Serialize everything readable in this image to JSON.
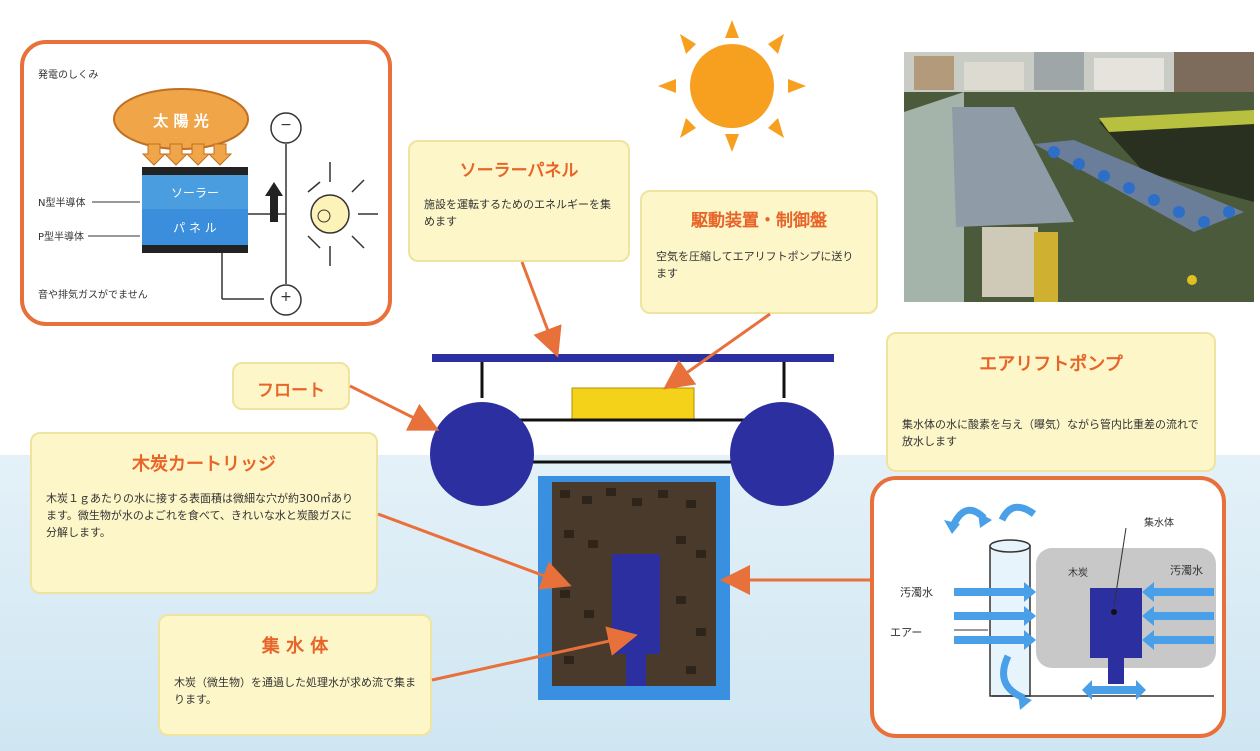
{
  "generation_panel": {
    "title": "発電のしくみ",
    "sunlight": "太 陽 光",
    "n_type": "N型半導体",
    "p_type": "P型半導体",
    "panel_top": "ソーラー",
    "panel_bottom": "パ ネ ル",
    "minus": "−",
    "plus": "+",
    "note": "音や排気ガスがでません"
  },
  "solar_panel": {
    "title": "ソーラーパネル",
    "desc": "施設を運転するためのエネルギーを集めます"
  },
  "drive_unit": {
    "title": "駆動装置・制御盤",
    "desc": "空気を圧縮してエアリフトポンプに送ります"
  },
  "float": {
    "title": "フロート"
  },
  "airlift": {
    "title": "エアリフトポンプ",
    "desc": "集水体の水に酸素を与え（曝気）ながら管内比重差の流れで放水します"
  },
  "charcoal": {
    "title": "木炭カートリッジ",
    "desc": "木炭１ｇあたりの水に接する表面積は微細な穴が約300㎡あります。微生物が水のよごれを食べて、きれいな水と炭酸ガスに分解します。"
  },
  "collector": {
    "title": "集 水 体",
    "desc": "木炭（微生物）を通過した処理水が求め流で集まります。"
  },
  "airlift_panel": {
    "collector_label": "集水体",
    "charcoal_label": "木炭",
    "polluted_left": "汚濁水",
    "polluted_right": "汚濁水",
    "air": "エアー"
  },
  "colors": {
    "orange": "#e8703a",
    "callout_bg": "#fdf6c8",
    "navy": "#2b2fa0",
    "light_blue": "#4aa0e8",
    "sun": "#f7a020"
  }
}
